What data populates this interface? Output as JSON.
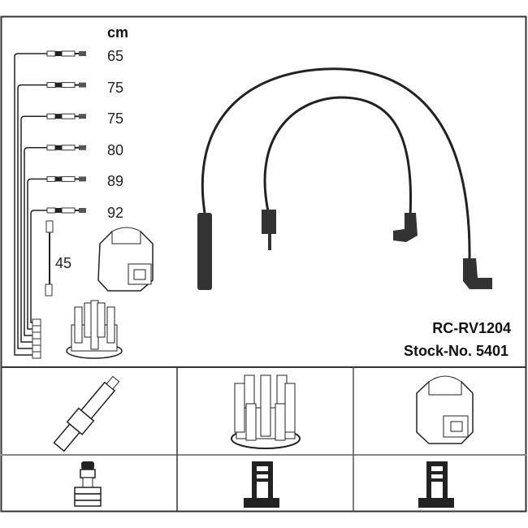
{
  "unit_label": "cm",
  "lengths": [
    "65",
    "75",
    "75",
    "80",
    "89",
    "92"
  ],
  "coil_lead_length": "45",
  "product": {
    "part_number": "RC-RV1204",
    "stock_number": "Stock-No. 5401"
  },
  "icons": {
    "row1": [
      "spark-plug-icon",
      "distributor-cap-icon",
      "ignition-coil-icon"
    ],
    "row2": [
      "spark-plug-terminal-icon",
      "distributor-terminal-icon",
      "coil-terminal-icon"
    ]
  }
}
